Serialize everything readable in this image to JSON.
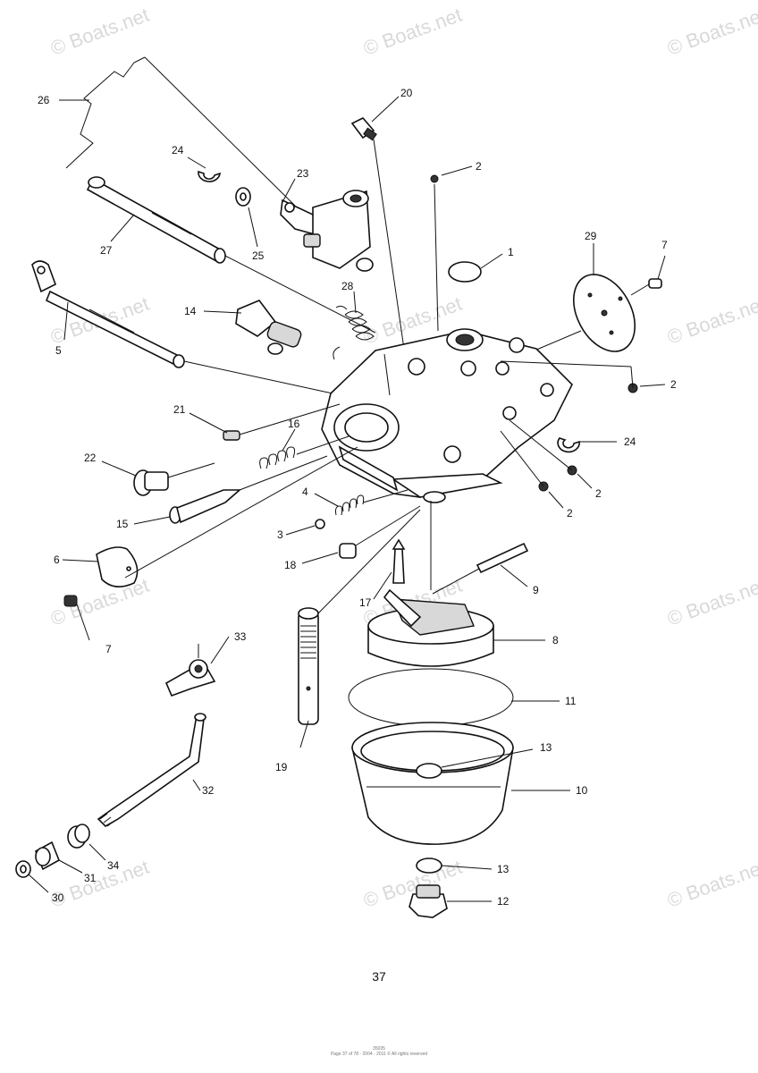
{
  "watermark": "© Boats.net",
  "page_number": "37",
  "footer": {
    "line1": "35035",
    "line2": "Page 37 of 78 · 2004 · 2011 ©  All rights reserved"
  },
  "callouts": {
    "n1": "1",
    "n2": "2",
    "n3": "3",
    "n4": "4",
    "n5": "5",
    "n6": "6",
    "n7": "7",
    "n8": "8",
    "n9": "9",
    "n10": "10",
    "n11": "11",
    "n12": "12",
    "n13": "13",
    "n14": "14",
    "n15": "15",
    "n16": "16",
    "n17": "17",
    "n18": "18",
    "n19": "19",
    "n20": "20",
    "n21": "21",
    "n22": "22",
    "n23": "23",
    "n24": "24",
    "n25": "25",
    "n26": "26",
    "n27": "27",
    "n28": "28",
    "n29": "29",
    "n30": "30",
    "n31": "31",
    "n32": "32",
    "n33": "33",
    "n34": "34"
  }
}
